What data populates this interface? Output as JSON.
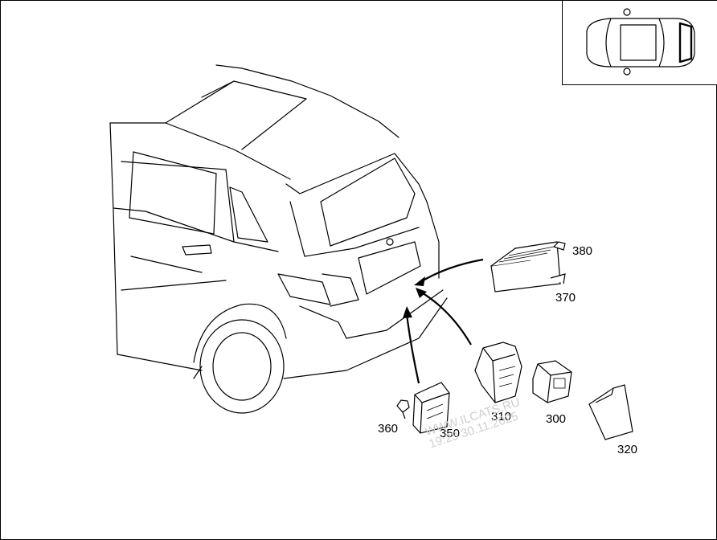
{
  "callouts": {
    "p300": "300",
    "p310": "310",
    "p320": "320",
    "p350": "350",
    "p360": "360",
    "p370": "370",
    "p380": "380"
  },
  "watermark": {
    "line1": "WWW.ILCATS.RU",
    "line2": "19:23 30.11.2025"
  }
}
